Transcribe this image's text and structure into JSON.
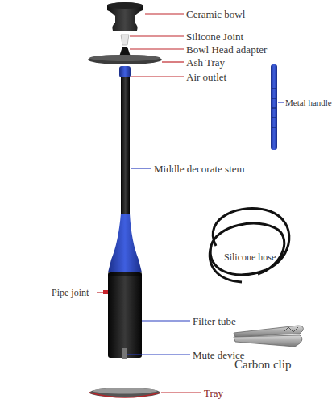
{
  "diagram": {
    "labels": [
      "Ceramic bowl",
      "Silicone Joint",
      "Bowl Head adapter",
      "Ash Tray",
      "Air outlet",
      "Metal handle",
      "Middle decorate stem",
      "Silicone hose",
      "Pipe joint",
      "Filter tube",
      "Mute device",
      "Carbon clip",
      "Tray"
    ]
  }
}
